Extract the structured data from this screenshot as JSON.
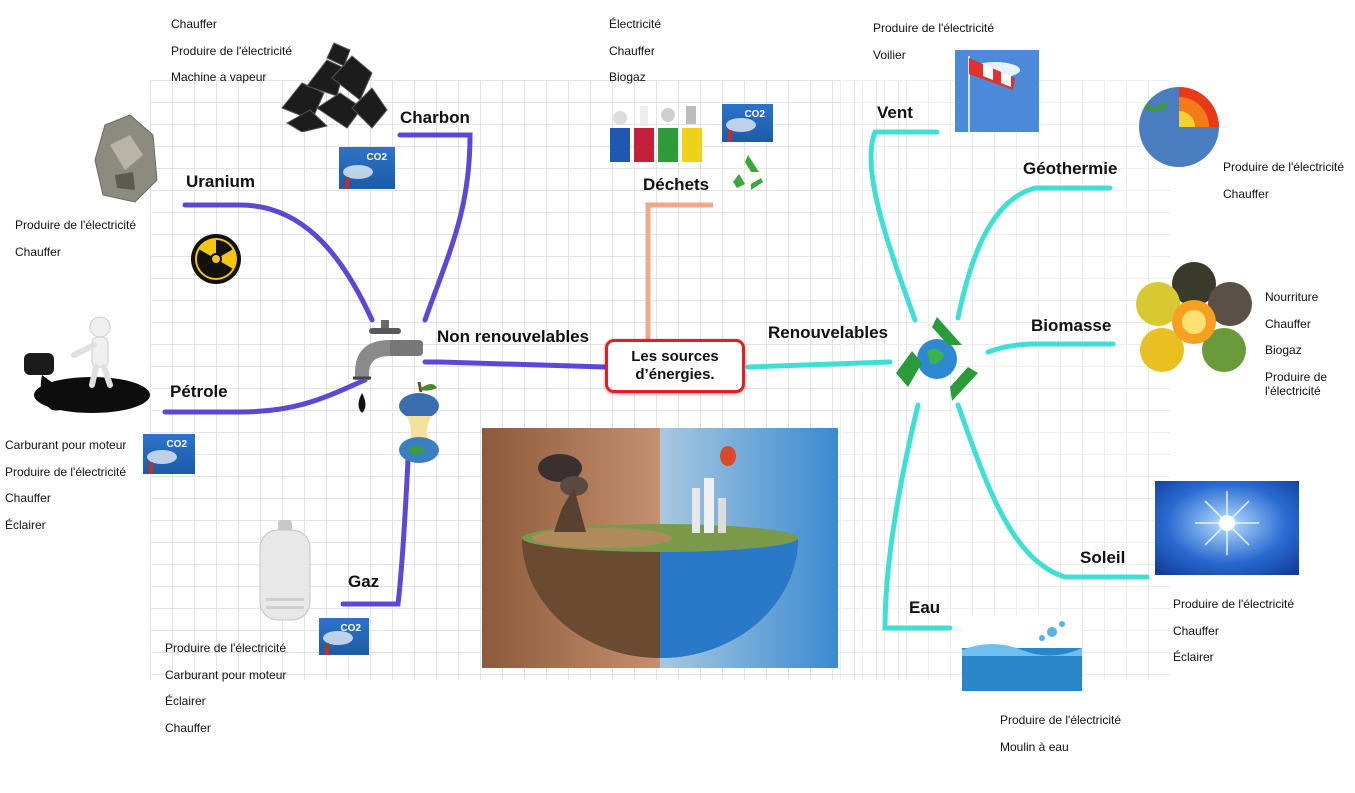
{
  "central": {
    "line1": "Les sources",
    "line2": "d’énergies."
  },
  "main_branches": {
    "non_renewable": "Non renouvelables",
    "renewable": "Renouvelables"
  },
  "non_renewable": {
    "uranium": {
      "label": "Uranium",
      "notes": [
        "Produire de l'électricité",
        "Chauffer"
      ]
    },
    "charbon": {
      "label": "Charbon",
      "notes": [
        "Chauffer",
        "Produire de l'électricité",
        "Machine a vapeur"
      ]
    },
    "petrole": {
      "label": "Pétrole",
      "notes": [
        "Carburant pour moteur",
        "Produire de l'électricité",
        "Chauffer",
        "Éclairer"
      ]
    },
    "gaz": {
      "label": "Gaz",
      "notes": [
        "Produire de l'électricité",
        "Carburant pour moteur",
        "Éclairer",
        "Chauffer"
      ]
    }
  },
  "dechets": {
    "label": "Déchets",
    "notes": [
      "Électricité",
      "Chauffer",
      "Biogaz"
    ]
  },
  "renewable": {
    "vent": {
      "label": "Vent",
      "notes": [
        "Produire de l'électricité",
        "Voilier"
      ]
    },
    "geothermie": {
      "label": "Géothermie",
      "notes": [
        "Produire de l'électricité",
        "Chauffer"
      ]
    },
    "biomasse": {
      "label": "Biomasse",
      "notes": [
        "Nourriture",
        "Chauffer",
        "Biogaz",
        "Produire de",
        "l'électricité"
      ]
    },
    "soleil": {
      "label": "Soleil",
      "notes": [
        "Produire de l'électricité",
        "Chauffer",
        "Éclairer"
      ]
    },
    "eau": {
      "label": "Eau",
      "notes": [
        "Produire de l'électricité",
        "Moulin à eau"
      ]
    }
  },
  "co2_label": "CO2",
  "colors": {
    "non_renewable_branch": "#5b49d6",
    "renewable_branch": "#3fe0d4",
    "dechets_branch": "#f0a98a",
    "central_border": "#e02020"
  },
  "icons": [
    "coal-image",
    "uranium-rock-image",
    "radiation-icon",
    "oil-spill-image",
    "faucet-icon",
    "apple-core-globe-image",
    "gas-bottle-image",
    "co2-factory-icon",
    "recycling-bins-image",
    "recycle-icon",
    "windsock-image",
    "earth-core-image",
    "biomass-collage-image",
    "sun-image",
    "water-splash-image",
    "earth-split-image"
  ]
}
